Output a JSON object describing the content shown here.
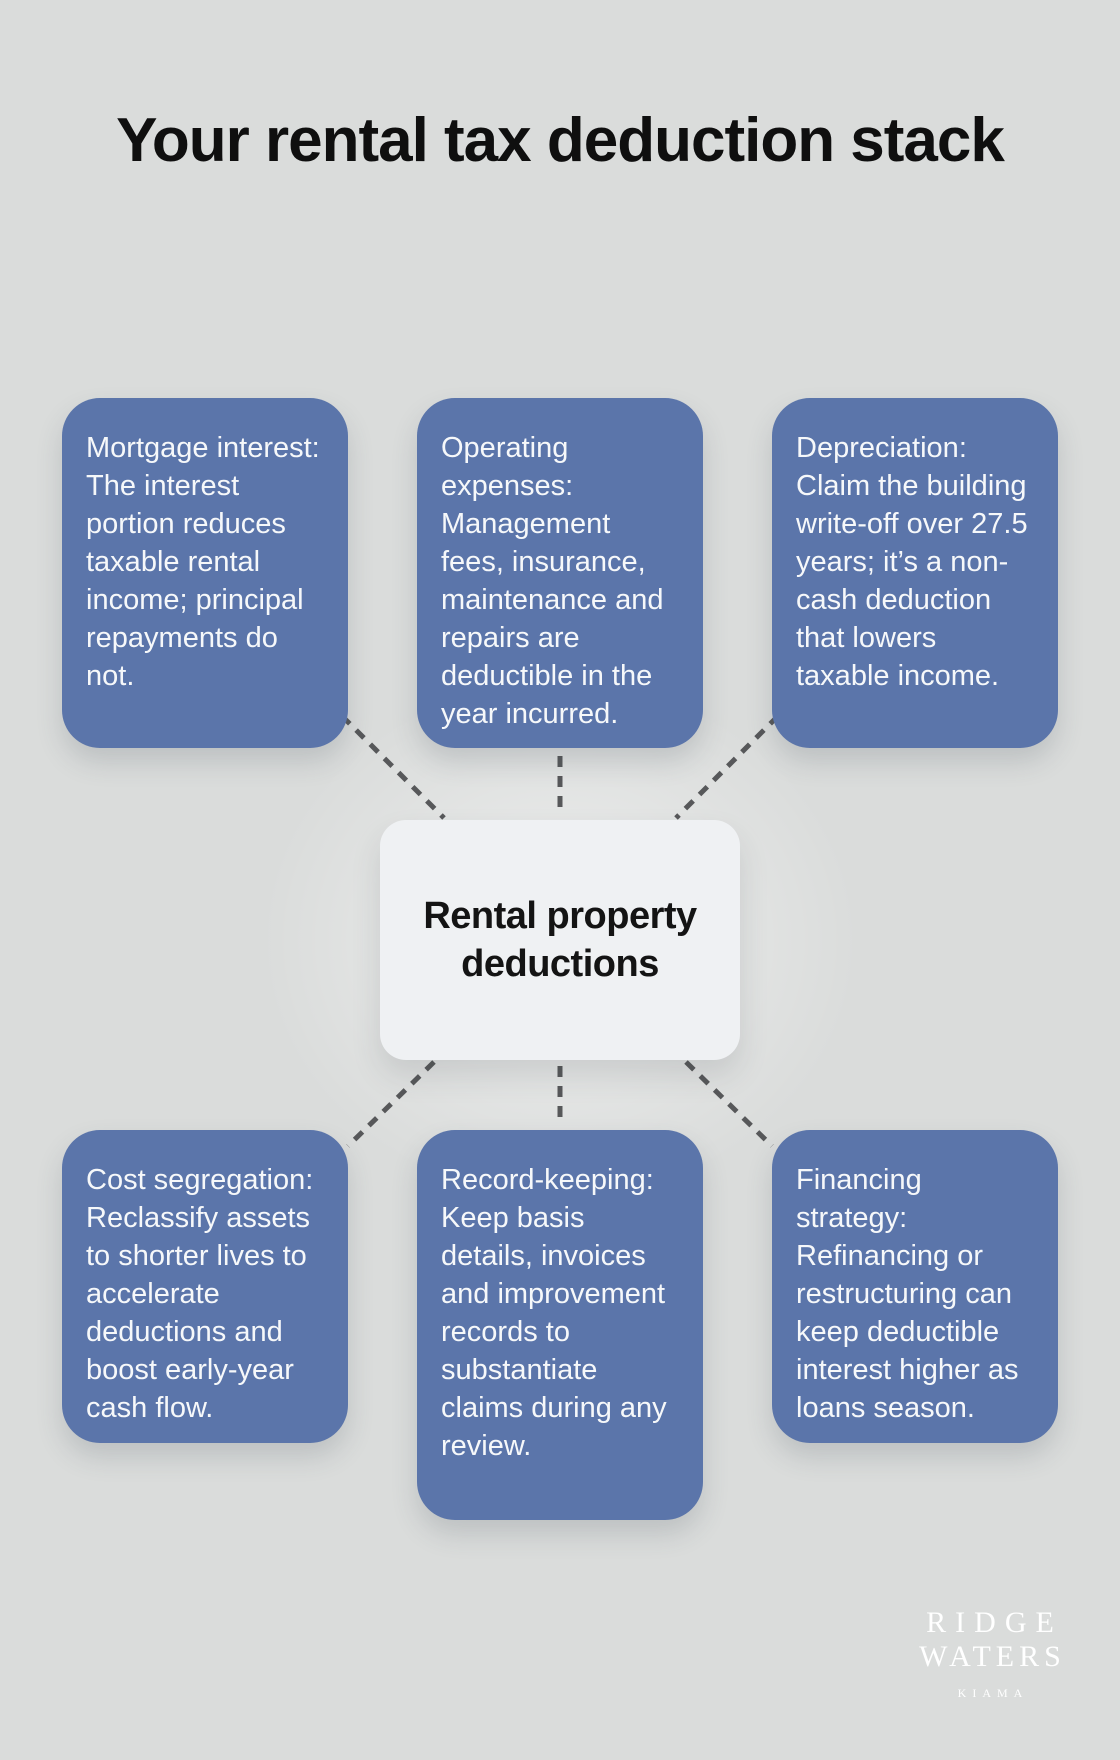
{
  "title": "Your rental tax deduction stack",
  "center": {
    "label": "Rental property deductions"
  },
  "cards": [
    {
      "id": "mortgage-interest",
      "text": "Mortgage interest: The interest portion reduces taxable rental income; principal repayments do not."
    },
    {
      "id": "operating-expenses",
      "text": "Operating expenses: Management fees, insurance, maintenance and repairs are deductible in the year incurred."
    },
    {
      "id": "depreciation",
      "text": "Depreciation: Claim the building write-off over 27.5 years; it’s a non-cash deduction that lowers taxable income."
    },
    {
      "id": "cost-segregation",
      "text": "Cost segregation: Reclassify assets to shorter lives to accelerate deductions and boost early-year cash flow."
    },
    {
      "id": "record-keeping",
      "text": "Record-keeping: Keep basis details, invoices and improvement records to substantiate claims during any review."
    },
    {
      "id": "financing-strategy",
      "text": "Financing strategy: Refinancing or restructuring can keep deductible interest higher as loans season."
    }
  ],
  "logo": {
    "line1": "RIDGE",
    "line2": "WATERS",
    "line3": "KIAMA"
  },
  "colors": {
    "background": "#dadcdb",
    "card_fill": "#5b75aa",
    "card_text": "#f6f8fa",
    "node_fill": "#eff1f3",
    "node_text": "#141414",
    "connector": "#57585a",
    "title_text": "#0f0f0f",
    "logo_text": "#ffffff"
  }
}
